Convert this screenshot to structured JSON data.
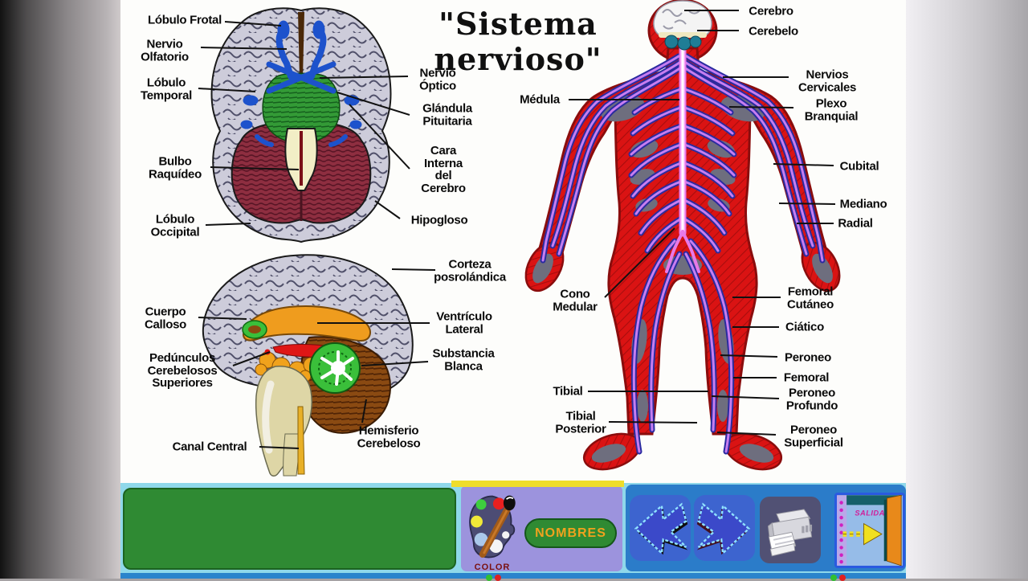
{
  "title": "\"Sistema\nnervioso\"",
  "labels": {
    "brain1": [
      "Lóbulo Frotal",
      "Nervio\nOlfatorio",
      "Lóbulo\nTemporal",
      "Bulbo\nRaquídeo",
      "Lóbulo\nOccipital",
      "Nervio\nÓptico",
      "Glándula\nPituitaria",
      "Cara\nInterna\ndel\nCerebro",
      "Hipogloso"
    ],
    "brain2": [
      "Corteza\nposrolándica",
      "Cuerpo\nCalloso",
      "Ventrículo\nLateral",
      "Pedúnculos\nCerebelosos\nSuperiores",
      "Substancia\nBlanca",
      "Hemisferio\nCerebeloso",
      "Canal Central"
    ],
    "body": [
      "Cerebro",
      "Cerebelo",
      "Nervios\nCervicales",
      "Médula",
      "Plexo\nBranquial",
      "Cubital",
      "Mediano",
      "Radial",
      "Cono\nMedular",
      "Femoral\nCutáneo",
      "Ciático",
      "Peroneo",
      "Femoral",
      "Tibial",
      "Peroneo\nProfundo",
      "Tibial\nPosterior",
      "Peroneo\nSuperficial"
    ]
  },
  "toolbar": {
    "nombres_button": "NOMBRES",
    "color_caption": "COLOR",
    "exit_caption": "SALIDA",
    "icons": [
      "color-palette-icon",
      "back-arrow-icon",
      "forward-arrow-icon",
      "printer-icon",
      "exit-door-icon"
    ]
  },
  "colors": {
    "toolbar_cyan": "#8fd8ea",
    "panel_lavender": "#9c93dd",
    "panel_blue": "#2b7cc9",
    "button_green": "#2f8a33",
    "nombres_text": "#f0a21e",
    "body_red": "#da1313",
    "nerve_violet": "#c77df0",
    "nerve_navy": "#2a2ba0",
    "cerebellum_maroon": "#8e2e40",
    "cortex_gray": "#cdccda",
    "exit_text_magenta": "#d0209a",
    "yellow_bar": "#efdd2b"
  }
}
